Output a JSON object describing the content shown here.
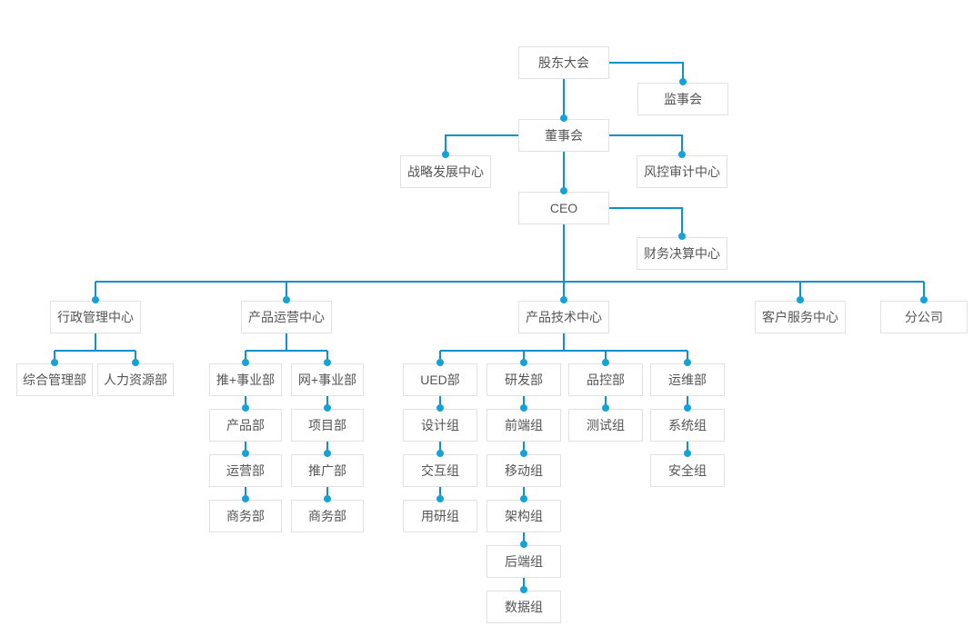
{
  "diagram": {
    "type": "org-chart",
    "root": "股东大会"
  },
  "colors": {
    "connector_line": "#1091cb",
    "connector_dot": "#16a2d6",
    "node_border": "#e2e2e2",
    "node_background": "#ffffff",
    "node_text": "#555555",
    "page_background": "#ffffff"
  },
  "nodes": {
    "shareholders_meeting": "股东大会",
    "supervisory_board": "监事会",
    "board_of_directors": "董事会",
    "strategy_center": "战略发展中心",
    "risk_audit_center": "风控审计中心",
    "ceo": "CEO",
    "finance_center": "财务决算中心",
    "admin_center": "行政管理中心",
    "product_ops_center": "产品运营中心",
    "product_tech_center": "产品技术中心",
    "customer_service_center": "客户服务中心",
    "branch_company": "分公司",
    "general_mgmt_dept": "综合管理部",
    "hr_dept": "人力资源部",
    "tui_business_dept": "推+事业部",
    "product_dept": "产品部",
    "operations_dept": "运营部",
    "business_dept_tui": "商务部",
    "wang_business_dept": "网+事业部",
    "project_dept": "项目部",
    "promotion_dept": "推广部",
    "business_dept_wang": "商务部",
    "ued_dept": "UED部",
    "design_group": "设计组",
    "interaction_group": "交互组",
    "user_research_group": "用研组",
    "rd_dept": "研发部",
    "frontend_group": "前端组",
    "mobile_group": "移动组",
    "architecture_group": "架构组",
    "backend_group": "后端组",
    "data_group": "数据组",
    "qa_dept": "品控部",
    "testing_group": "测试组",
    "ops_maintenance_dept": "运维部",
    "system_group": "系统组",
    "security_group": "安全组"
  },
  "edges": [
    [
      "shareholders_meeting",
      "supervisory_board"
    ],
    [
      "shareholders_meeting",
      "board_of_directors"
    ],
    [
      "board_of_directors",
      "strategy_center"
    ],
    [
      "board_of_directors",
      "risk_audit_center"
    ],
    [
      "board_of_directors",
      "ceo"
    ],
    [
      "ceo",
      "finance_center"
    ],
    [
      "ceo",
      "admin_center"
    ],
    [
      "ceo",
      "product_ops_center"
    ],
    [
      "ceo",
      "product_tech_center"
    ],
    [
      "ceo",
      "customer_service_center"
    ],
    [
      "ceo",
      "branch_company"
    ],
    [
      "admin_center",
      "general_mgmt_dept"
    ],
    [
      "admin_center",
      "hr_dept"
    ],
    [
      "product_ops_center",
      "tui_business_dept"
    ],
    [
      "product_ops_center",
      "wang_business_dept"
    ],
    [
      "tui_business_dept",
      "product_dept"
    ],
    [
      "product_dept",
      "operations_dept"
    ],
    [
      "operations_dept",
      "business_dept_tui"
    ],
    [
      "wang_business_dept",
      "project_dept"
    ],
    [
      "project_dept",
      "promotion_dept"
    ],
    [
      "promotion_dept",
      "business_dept_wang"
    ],
    [
      "product_tech_center",
      "ued_dept"
    ],
    [
      "product_tech_center",
      "rd_dept"
    ],
    [
      "product_tech_center",
      "qa_dept"
    ],
    [
      "product_tech_center",
      "ops_maintenance_dept"
    ],
    [
      "ued_dept",
      "design_group"
    ],
    [
      "design_group",
      "interaction_group"
    ],
    [
      "interaction_group",
      "user_research_group"
    ],
    [
      "rd_dept",
      "frontend_group"
    ],
    [
      "frontend_group",
      "mobile_group"
    ],
    [
      "mobile_group",
      "architecture_group"
    ],
    [
      "architecture_group",
      "backend_group"
    ],
    [
      "backend_group",
      "data_group"
    ],
    [
      "qa_dept",
      "testing_group"
    ],
    [
      "ops_maintenance_dept",
      "system_group"
    ],
    [
      "system_group",
      "security_group"
    ]
  ]
}
